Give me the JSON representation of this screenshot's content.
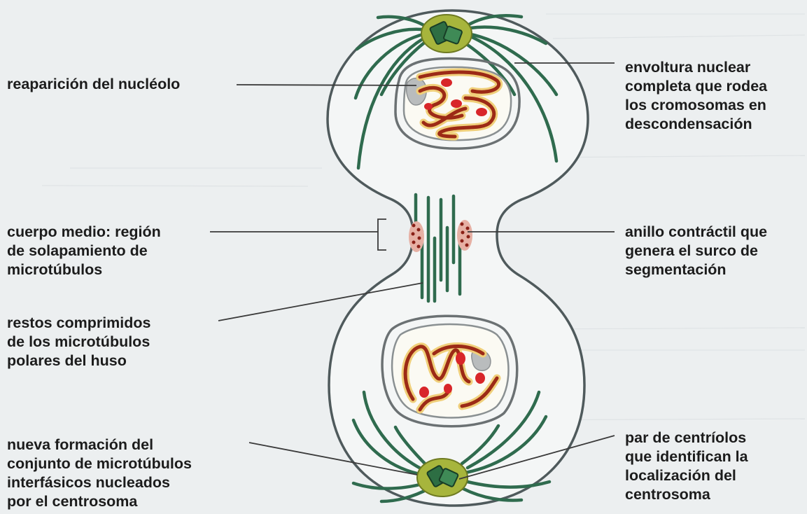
{
  "labels": {
    "nucleolus": "reaparición del nucléolo",
    "midbody": "cuerpo medio: región\nde solapamiento de\nmicrotúbulos",
    "spindle_remnants": "restos comprimidos\nde los microtúbulos\npolares del huso",
    "new_array": "nueva formación del\nconjunto de microtúbulos\ninterfásicos nucleados\npor el centrosoma",
    "nuclear_envelope": "envoltura nuclear\ncompleta que rodea\nlos cromosomas en\ndescondensación",
    "contractile_ring": "anillo contráctil que\ngenera el surco de\nsegmentación",
    "centrioles": "par de centríolos\nque identifican la\nlocalización del\ncentrosoma"
  },
  "colors": {
    "background": "#eceff0",
    "membrane": "#4f5a5c",
    "microtubule": "#2f6b4e",
    "chromosome": "#9c2a16",
    "chromosome_halo": "#f0cf7a",
    "kinetochore": "#d8262a",
    "centrosome": "#a7b53c",
    "centriole": "#2d6e43",
    "leader_line": "#3a3a3a"
  }
}
